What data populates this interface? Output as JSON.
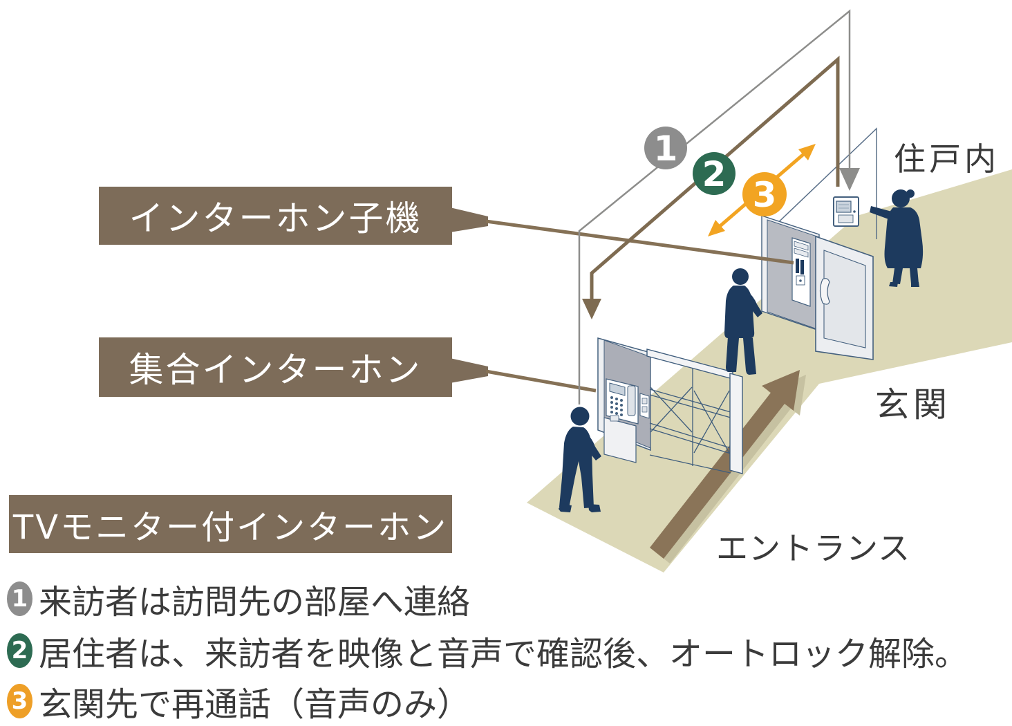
{
  "device_labels": {
    "handset": "インターホン子機",
    "collective": "集合インターホン",
    "tv_monitor": "TVモニター付インターホン"
  },
  "area_labels": {
    "dwelling": "住戸内",
    "genkan": "玄関",
    "entrance": "エントランス"
  },
  "steps": [
    {
      "num": "1",
      "text": "来訪者は訪問先の部屋へ連絡"
    },
    {
      "num": "2",
      "text": "居住者は、来訪者を映像と音声で確認後、オートロック解除。"
    },
    {
      "num": "3",
      "text": "玄関先で再通話（音声のみ）"
    }
  ],
  "colors": {
    "label_background": "#7d6c59",
    "pointer_brown": "#857156",
    "signal1_gray": "#8d8d8d",
    "signal2_green": "#2d6b52",
    "signal3_orange": "#f2a422",
    "floor_beige": "#dcd8b7",
    "floor_shadow": "#c6c1a1",
    "silhouette_navy": "#1d3a5e",
    "device_outline": "#44607e",
    "body_text": "#3b3b3b"
  }
}
